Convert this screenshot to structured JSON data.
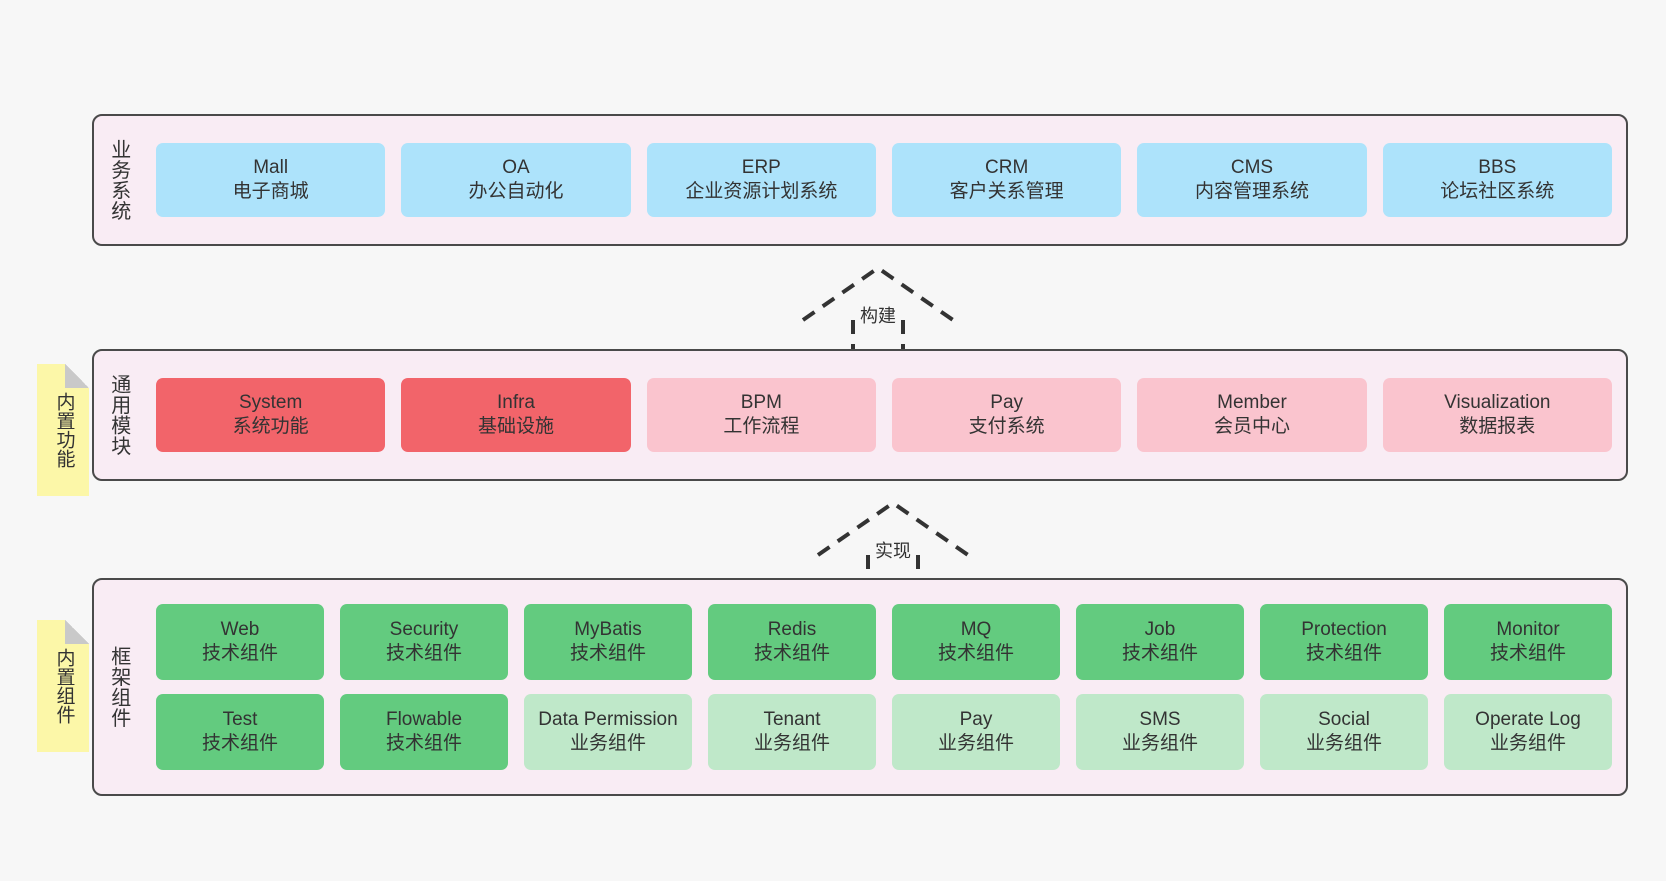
{
  "diagram": {
    "background_color": "#f7f7f7",
    "band_color": "#f9ecf4",
    "band_border_color": "#4a4a4a",
    "note_color": "#fcf7a8"
  },
  "layers": [
    {
      "id": "business-systems",
      "title": "业务系统",
      "rows": [
        {
          "cards": [
            {
              "name": "Mall",
              "desc": "电子商城",
              "color": "#ade3fb",
              "variant": "c-blue"
            },
            {
              "name": "OA",
              "desc": "办公自动化",
              "color": "#ade3fb",
              "variant": "c-blue"
            },
            {
              "name": "ERP",
              "desc": "企业资源计划系统",
              "color": "#ade3fb",
              "variant": "c-blue"
            },
            {
              "name": "CRM",
              "desc": "客户关系管理",
              "color": "#ade3fb",
              "variant": "c-blue"
            },
            {
              "name": "CMS",
              "desc": "内容管理系统",
              "color": "#ade3fb",
              "variant": "c-blue"
            },
            {
              "name": "BBS",
              "desc": "论坛社区系统",
              "color": "#ade3fb",
              "variant": "c-blue"
            }
          ]
        }
      ]
    },
    {
      "id": "common-modules",
      "title": "通用模块",
      "note": "内置功能",
      "rows": [
        {
          "cards": [
            {
              "name": "System",
              "desc": "系统功能",
              "color": "#f2646a",
              "variant": "c-red"
            },
            {
              "name": "Infra",
              "desc": "基础设施",
              "color": "#f2646a",
              "variant": "c-red"
            },
            {
              "name": "BPM",
              "desc": "工作流程",
              "color": "#fac4ce",
              "variant": "c-pink"
            },
            {
              "name": "Pay",
              "desc": "支付系统",
              "color": "#fac4ce",
              "variant": "c-pink"
            },
            {
              "name": "Member",
              "desc": "会员中心",
              "color": "#fac4ce",
              "variant": "c-pink"
            },
            {
              "name": "Visualization",
              "desc": "数据报表",
              "color": "#fac4ce",
              "variant": "c-pink"
            }
          ]
        }
      ]
    },
    {
      "id": "framework-components",
      "title": "框架组件",
      "note": "内置组件",
      "rows": [
        {
          "cards": [
            {
              "name": "Web",
              "desc": "技术组件",
              "color": "#63cb7f",
              "variant": "c-green"
            },
            {
              "name": "Security",
              "desc": "技术组件",
              "color": "#63cb7f",
              "variant": "c-green"
            },
            {
              "name": "MyBatis",
              "desc": "技术组件",
              "color": "#63cb7f",
              "variant": "c-green"
            },
            {
              "name": "Redis",
              "desc": "技术组件",
              "color": "#63cb7f",
              "variant": "c-green"
            },
            {
              "name": "MQ",
              "desc": "技术组件",
              "color": "#63cb7f",
              "variant": "c-green"
            },
            {
              "name": "Job",
              "desc": "技术组件",
              "color": "#63cb7f",
              "variant": "c-green"
            },
            {
              "name": "Protection",
              "desc": "技术组件",
              "color": "#63cb7f",
              "variant": "c-green"
            },
            {
              "name": "Monitor",
              "desc": "技术组件",
              "color": "#63cb7f",
              "variant": "c-green"
            }
          ]
        },
        {
          "cards": [
            {
              "name": "Test",
              "desc": "技术组件",
              "color": "#63cb7f",
              "variant": "c-green"
            },
            {
              "name": "Flowable",
              "desc": "技术组件",
              "color": "#63cb7f",
              "variant": "c-green"
            },
            {
              "name": "Data Permission",
              "desc": "业务组件",
              "color": "#bfe8c9",
              "variant": "c-lightgreen"
            },
            {
              "name": "Tenant",
              "desc": "业务组件",
              "color": "#bfe8c9",
              "variant": "c-lightgreen"
            },
            {
              "name": "Pay",
              "desc": "业务组件",
              "color": "#bfe8c9",
              "variant": "c-lightgreen"
            },
            {
              "name": "SMS",
              "desc": "业务组件",
              "color": "#bfe8c9",
              "variant": "c-lightgreen"
            },
            {
              "name": "Social",
              "desc": "业务组件",
              "color": "#bfe8c9",
              "variant": "c-lightgreen"
            },
            {
              "name": "Operate Log",
              "desc": "业务组件",
              "color": "#bfe8c9",
              "variant": "c-lightgreen"
            }
          ]
        }
      ]
    }
  ],
  "connectors": [
    {
      "id": "build",
      "label": "构建",
      "from": "common-modules",
      "to": "business-systems"
    },
    {
      "id": "implement",
      "label": "实现",
      "from": "framework-components",
      "to": "common-modules"
    }
  ]
}
